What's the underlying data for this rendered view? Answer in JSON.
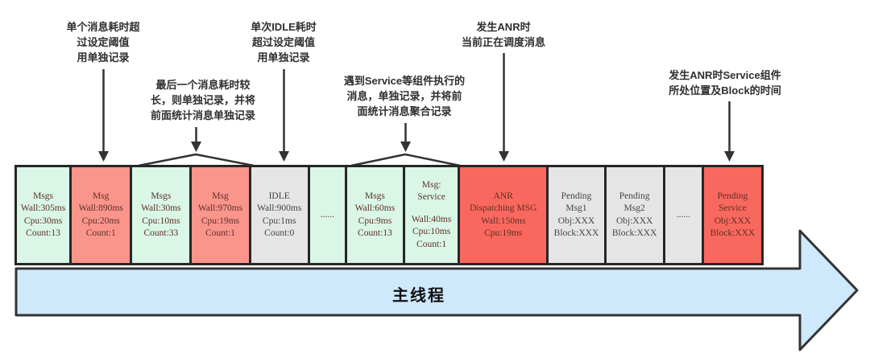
{
  "diagram": {
    "main_thread_label": "主线程",
    "annotations": {
      "single_long_msg": {
        "lines": [
          "单个消息耗时超",
          "过设定阈值",
          "用单独记录"
        ]
      },
      "last_long_msg": {
        "lines": [
          "最后一个消息耗时较",
          "长，则单独记录，并将",
          "前面统计消息单独记录"
        ]
      },
      "idle_threshold": {
        "lines": [
          "单次IDLE耗时",
          "超过设定阈值",
          "用单独记录"
        ]
      },
      "service_msg": {
        "lines": [
          "遇到Service等组件执行的",
          "消息，单独记录，并将前",
          "面统计消息聚合记录"
        ]
      },
      "anr_dispatching": {
        "lines": [
          "发生ANR时",
          "当前正在调度消息"
        ]
      },
      "pending_service": {
        "lines": [
          "发生ANR时Service组件",
          "所处位置及Block的时间"
        ]
      }
    },
    "blocks": [
      {
        "kind": "green",
        "lines": [
          "Msgs",
          "Wall:305ms",
          "Cpu:30ms",
          "Count:13"
        ]
      },
      {
        "kind": "pink",
        "lines": [
          "Msg",
          "Wall:890ms",
          "Cpu:20ms",
          "Count:1"
        ]
      },
      {
        "kind": "green",
        "lines": [
          "Msgs",
          "Wall:30ms",
          "Cpu:10ms",
          "Count:33"
        ]
      },
      {
        "kind": "pink",
        "lines": [
          "Msg",
          "Wall:970ms",
          "Cpu:19ms",
          "Count:1"
        ]
      },
      {
        "kind": "gray",
        "lines": [
          "IDLE",
          "Wall:900ms",
          "Cpu:1ms",
          "Count:0"
        ]
      },
      {
        "kind": "green",
        "lines": [
          "......"
        ]
      },
      {
        "kind": "green",
        "lines": [
          "Msgs",
          "Wall:60ms",
          "Cpu:9ms",
          "Count:13"
        ]
      },
      {
        "kind": "green",
        "lines": [
          "Msg:",
          "Service",
          "",
          "Wall:40ms",
          "Cpu:10ms",
          "Count:1"
        ]
      },
      {
        "kind": "red",
        "lines": [
          "ANR",
          "Dispatching MSG",
          "Wall:150ms",
          "Cpu:19ms"
        ]
      },
      {
        "kind": "gray",
        "lines": [
          "Pending",
          "Msg1",
          "Obj:XXX",
          "Block:XXX"
        ]
      },
      {
        "kind": "gray",
        "lines": [
          "Pending",
          "Msg2",
          "Obj:XXX",
          "Block:XXX"
        ]
      },
      {
        "kind": "gray",
        "lines": [
          "......"
        ]
      },
      {
        "kind": "red",
        "lines": [
          "Pending",
          "Service",
          "Obj:XXX",
          "Block:XXX"
        ]
      }
    ],
    "colors": {
      "green": "#d9f6e6",
      "pink": "#fa958c",
      "red": "#f9685e",
      "gray": "#e5e5e5",
      "arrow_fill": "#cfe9fc",
      "outline": "#262626"
    }
  }
}
